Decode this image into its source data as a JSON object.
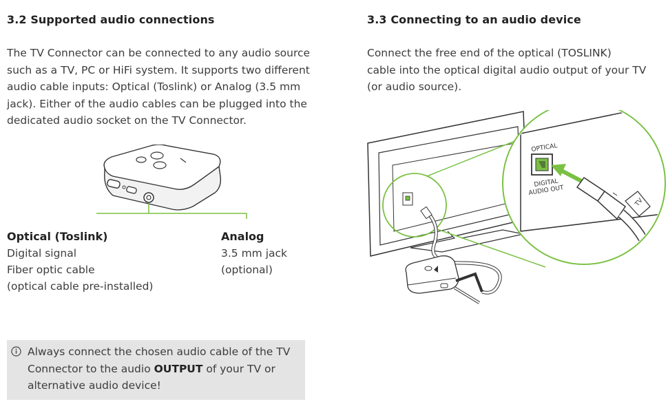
{
  "left": {
    "heading": "3.2  Supported audio connections",
    "paragraph": [
      "The TV Connector can be connected to any audio source",
      "such as a TV, PC or HiFi system. It supports two different",
      "audio cable inputs: Optical (Toslink) or Analog (3.5 mm",
      "jack). Either of the audio cables can be plugged into the",
      "dedicated audio socket on the TV Connector."
    ],
    "optical": {
      "title": "Optical (Toslink)",
      "lines": [
        "Digital signal",
        "Fiber optic cable",
        "(optical cable pre-installed)"
      ]
    },
    "analog": {
      "title": "Analog",
      "lines": [
        "3.5 mm jack",
        "(optional)"
      ]
    },
    "notice": {
      "icon": "info-icon",
      "line1": "Always connect the chosen audio cable of the TV",
      "line2_prefix": "Connector to the audio ",
      "line2_bold": "OUTPUT",
      "line2_suffix": " of your TV or",
      "line3": "alternative audio device!"
    }
  },
  "right": {
    "heading": "3.3  Connecting to an audio device",
    "paragraph": [
      "Connect the free end of the optical (TOSLINK)",
      "cable into the optical digital audio output of your TV",
      "(or audio source)."
    ],
    "illustration": {
      "port_label_top": "OPTICAL",
      "port_label_bottom_1": "DIGITAL",
      "port_label_bottom_2": "AUDIO OUT",
      "cable_tag": "TV"
    }
  },
  "colors": {
    "accent": "#7ac143",
    "notice_bg": "#e4e4e4",
    "text": "#3c3c3c"
  }
}
